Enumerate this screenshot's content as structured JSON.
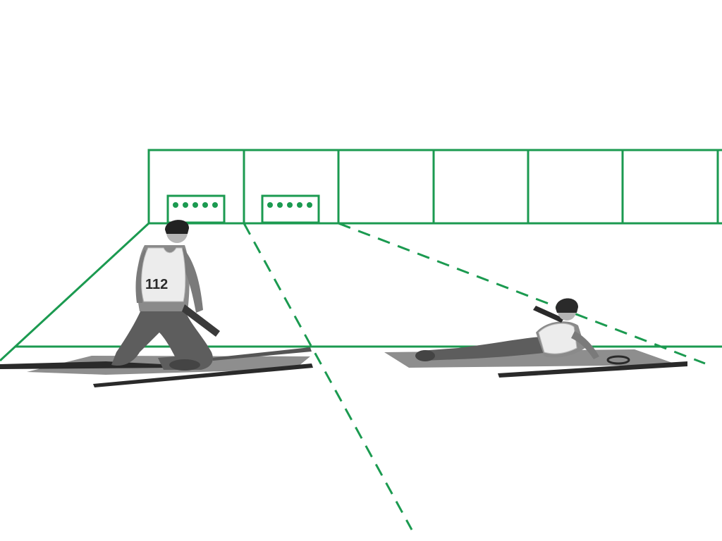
{
  "scene": {
    "title": "",
    "bib_number": "112",
    "colors": {
      "line": "#1b9a50",
      "background": "#ffffff",
      "suit_dark": "#5d5d5d",
      "suit_mid": "#8a8a8a",
      "vest": "#ececec",
      "mat": "#8e8e8e",
      "ski": "#2a2a2a",
      "hat": "#222222"
    },
    "target_lanes": {
      "lane_count": 6,
      "lanes_with_targets": 2,
      "targets_per_lane": 5
    },
    "athletes": [
      {
        "name": "kneeling-athlete",
        "position": "kneeling"
      },
      {
        "name": "prone-athlete",
        "position": "prone"
      }
    ]
  }
}
